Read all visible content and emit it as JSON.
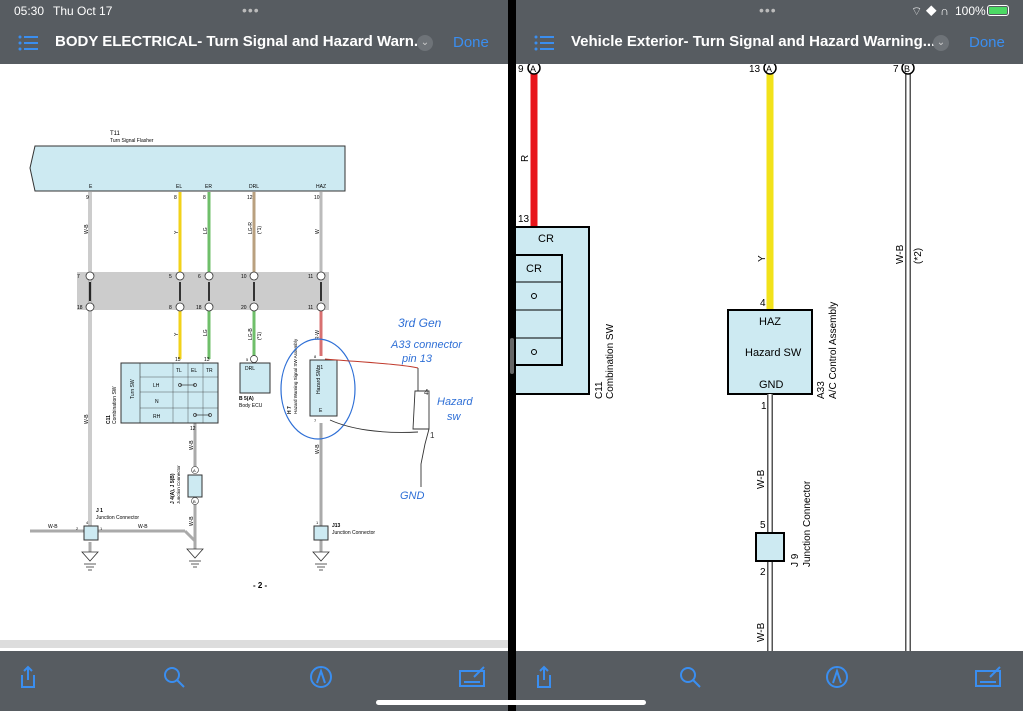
{
  "status": {
    "time": "05:30",
    "date": "Thu Oct 17",
    "battery": "100%"
  },
  "left": {
    "title": "BODY ELECTRICAL- Turn Signal and Hazard Warn...",
    "done": "Done",
    "page_number": "- 2 -",
    "diagram": {
      "flasher_id": "T11",
      "flasher_name": "Turn Signal Flasher",
      "flasher_pins": [
        {
          "n": "E",
          "p": "9"
        },
        {
          "n": "EL",
          "p": "8"
        },
        {
          "n": "ER",
          "p": "8"
        },
        {
          "n": "DRL",
          "p": "12"
        },
        {
          "n": "HAZ",
          "p": "10"
        }
      ],
      "wire_colors": {
        "e": "W-B",
        "el": "Y",
        "er": "LG",
        "drl": "LG-R",
        "drl_note": "(*1)",
        "haz": "W",
        "el2": "Y",
        "er2": "LG",
        "drl2": "LG-B",
        "drl2_note": "(*1)",
        "haz2": "R-W",
        "gnd1": "W-B",
        "gnd2": "W-B",
        "gnd3": "W-B",
        "gnd4": "W-B",
        "gnd5": "W-B",
        "gnd6": "W-B"
      },
      "connector_pins_top": [
        "7",
        "5",
        "6",
        "10",
        "11"
      ],
      "connector_pins_bottom": [
        "18",
        "8",
        "18",
        "20",
        "11"
      ],
      "combo_sw": {
        "id": "C11",
        "name": "Combination SW",
        "sub": "Turn SW",
        "cols": [
          "TL",
          "EL",
          "TR"
        ],
        "rows": [
          "LH",
          "N",
          "RH"
        ],
        "pins": [
          "15",
          "13",
          "12"
        ]
      },
      "body_ecu": {
        "id": "B 5(A)",
        "name": "Body ECU",
        "label": "DRL",
        "pin": "5"
      },
      "hazard_sw": {
        "id": "H 7",
        "name": "Hazard Warning Signal SW Assembly",
        "label": "Hazard SW",
        "b1": "B1",
        "e": "E",
        "pin_top": "8",
        "pin_bottom": "7"
      },
      "junction_j1": {
        "id": "J 1",
        "name": "Junction Connector",
        "pins": [
          "4",
          "2",
          "1"
        ]
      },
      "junction_j4": {
        "id": "J 4(A), J 5(B)",
        "name": "Junction Connector",
        "pins": [
          "A",
          "B"
        ]
      },
      "junction_j13": {
        "id": "J13",
        "name": "Junction Connector",
        "pin": "1"
      },
      "handwritten": {
        "line1": "3rd Gen",
        "line2": "A33 connector",
        "line3": "pin 13",
        "hazard": "Hazard",
        "sw": "sw",
        "pin4": "4",
        "pin1": "1",
        "gnd": "GND"
      }
    }
  },
  "right": {
    "title": "Vehicle Exterior- Turn Signal and Hazard Warning...",
    "done": "Done",
    "diagram": {
      "wire1": {
        "pin": "9",
        "letter": "A",
        "color": "R",
        "end_pin": "13"
      },
      "wire2": {
        "pin": "13",
        "letter": "A",
        "color": "Y",
        "end_pin": "4"
      },
      "wire3": {
        "pin": "7",
        "letter": "B",
        "color": "W-B",
        "note": "(*2)"
      },
      "combo": {
        "id": "C11",
        "name": "Combination SW",
        "outer": "CR",
        "inner": "CR"
      },
      "ac_assembly": {
        "id": "A33",
        "name": "A/C Control Assembly",
        "top": "HAZ",
        "mid": "Hazard SW",
        "bottom": "GND",
        "out_pin": "1"
      },
      "junction": {
        "id": "J 9",
        "name": "Junction Connector",
        "pin_top": "5",
        "pin_bottom": "2"
      },
      "wire_wb1": "W-B",
      "wire_wb2": "W-B"
    }
  },
  "colors": {
    "bar": "#575c61",
    "accent": "#3a8ef0",
    "diagram_fill": "#cdeaf2",
    "red_wire": "#e8151b",
    "yellow_wire": "#f2e21a",
    "green_wire": "#6fbf6a",
    "pen": "#2e6fd6"
  },
  "icons": [
    "list-icon",
    "chevron-down-icon",
    "share-icon",
    "search-icon",
    "markup-icon",
    "signature-icon",
    "wifi-icon",
    "battery-icon"
  ]
}
